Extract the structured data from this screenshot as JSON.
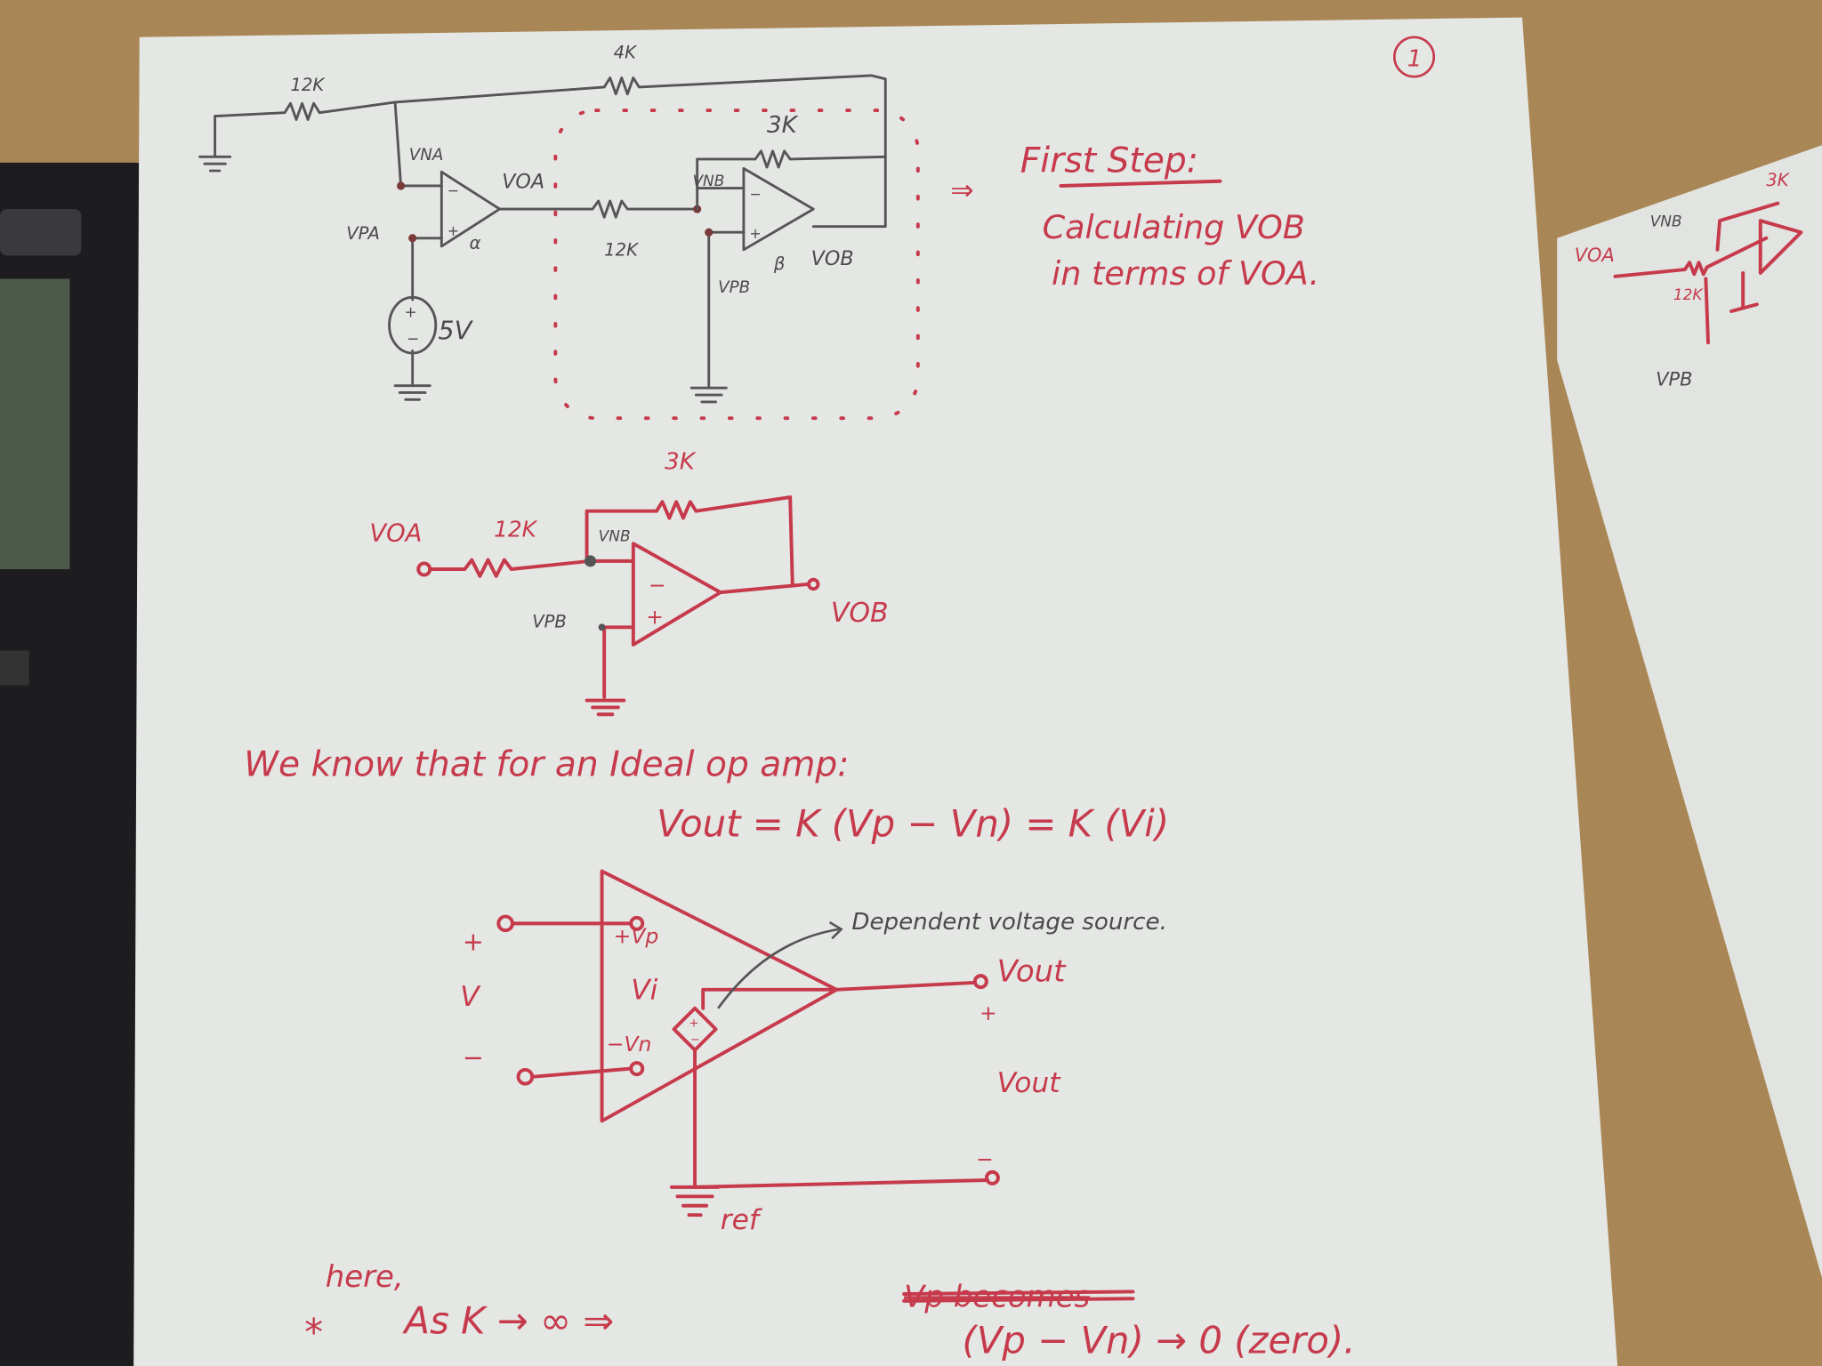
{
  "page_number": "1",
  "circuit_full": {
    "r1": "12K",
    "r2": "4K",
    "r3": "3K",
    "r4": "12K",
    "vna": "VNA",
    "voa": "VOA",
    "vpa": "VPA",
    "vnb": "VNB",
    "vpb": "VPB",
    "vob": "VOB",
    "source": "5V",
    "alpha": "α",
    "beta": "β",
    "arrow": "⇒"
  },
  "first_step": {
    "title": "First Step:",
    "line1": "Calculating VOB",
    "line2": "in terms of VOA."
  },
  "circuit_b": {
    "rf": "3K",
    "rin": "12K",
    "voa": "VOA",
    "vnb": "VNB",
    "vpb": "VPB",
    "vob": "VOB",
    "minus": "−",
    "plus": "+"
  },
  "ideal": {
    "statement": "We know that for an Ideal op amp:",
    "equation": "Vout = K (Vp − Vn) = K (Vi)"
  },
  "model": {
    "plus": "+",
    "v": "V",
    "minus": "−",
    "vp": "+Vp",
    "vi": "Vi",
    "vn": "−Vn",
    "annotation": "Dependent voltage source.",
    "vout_terminal": "Vout",
    "out_plus": "+",
    "vout_label": "Vout",
    "out_minus": "−",
    "ref": "ref"
  },
  "conclusion": {
    "here": "here,",
    "star": "*",
    "as_k": "As K → ∞ ⇒",
    "struck": "Vp becomes",
    "result": "(Vp − Vn) → 0 (zero)."
  },
  "side_sheet": {
    "rf": "3K",
    "vnb": "VNB",
    "voa": "VOA",
    "rin": "12K",
    "vpb": "VPB"
  },
  "colors": {
    "ink_red": "#c63a4c",
    "pencil": "#4a4a4a",
    "paper": "#e4e7e4",
    "desk": "#a98655"
  }
}
